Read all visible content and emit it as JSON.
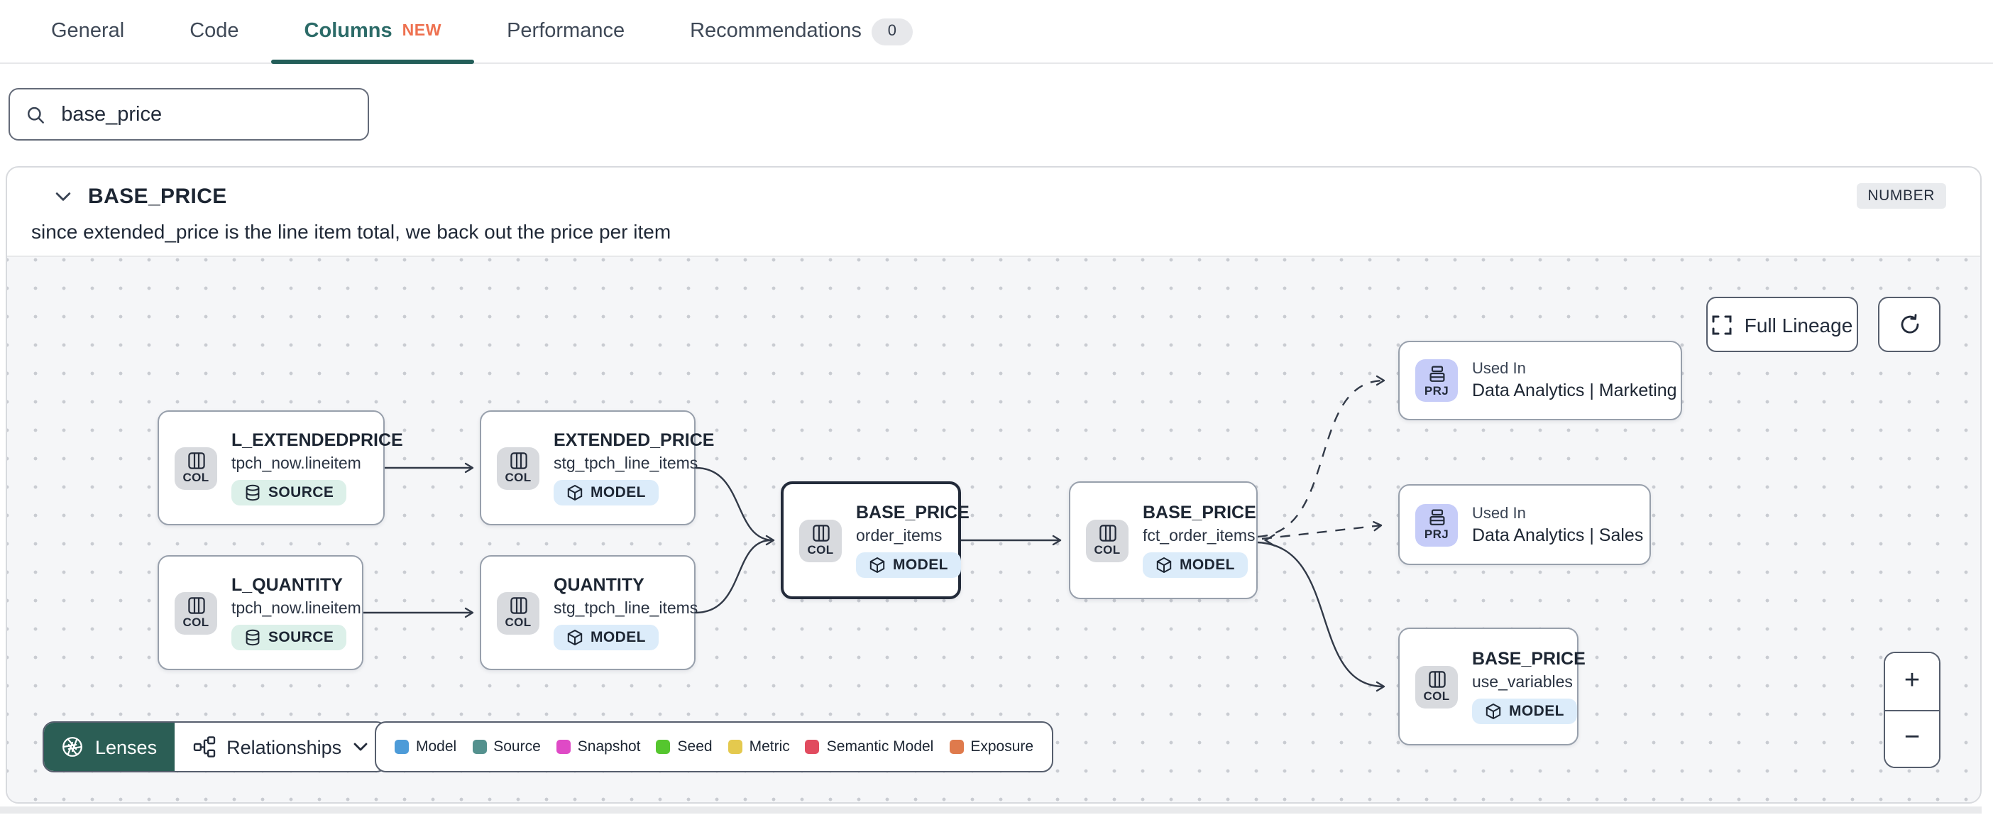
{
  "tabs": [
    {
      "label": "General"
    },
    {
      "label": "Code"
    },
    {
      "label": "Columns",
      "new_badge": "NEW",
      "active": true
    },
    {
      "label": "Performance"
    },
    {
      "label": "Recommendations",
      "count": "0"
    }
  ],
  "search": {
    "value": "base_price"
  },
  "column_panel": {
    "title": "BASE_PRICE",
    "type": "NUMBER",
    "description": "since extended_price is the line item total, we back out the price per item"
  },
  "lineage": {
    "full_lineage_button": "Full Lineage",
    "zoom_in": "+",
    "zoom_out": "−",
    "lenses_button": "Lenses",
    "relationships_button": "Relationships",
    "legend": [
      {
        "label": "Model",
        "color": "#4d9bd8"
      },
      {
        "label": "Source",
        "color": "#54918e"
      },
      {
        "label": "Snapshot",
        "color": "#df4ac6"
      },
      {
        "label": "Seed",
        "color": "#55c62e"
      },
      {
        "label": "Metric",
        "color": "#e4c94e"
      },
      {
        "label": "Semantic Model",
        "color": "#e14b5f"
      },
      {
        "label": "Exposure",
        "color": "#df7a4c"
      }
    ],
    "nodes": [
      {
        "kind": "COL",
        "title": "L_EXTENDEDPRICE",
        "subtitle": "tpch_now.lineitem",
        "resource": "SOURCE"
      },
      {
        "kind": "COL",
        "title": "L_QUANTITY",
        "subtitle": "tpch_now.lineitem",
        "resource": "SOURCE"
      },
      {
        "kind": "COL",
        "title": "EXTENDED_PRICE",
        "subtitle": "stg_tpch_line_items",
        "resource": "MODEL"
      },
      {
        "kind": "COL",
        "title": "QUANTITY",
        "subtitle": "stg_tpch_line_items",
        "resource": "MODEL"
      },
      {
        "kind": "COL",
        "title": "BASE_PRICE",
        "subtitle": "order_items",
        "resource": "MODEL",
        "selected": true
      },
      {
        "kind": "COL",
        "title": "BASE_PRICE",
        "subtitle": "fct_order_items",
        "resource": "MODEL"
      },
      {
        "kind": "PRJ",
        "used_in": "Used In",
        "title": "Data Analytics | Marketing"
      },
      {
        "kind": "PRJ",
        "used_in": "Used In",
        "title": "Data Analytics | Sales"
      },
      {
        "kind": "COL",
        "title": "BASE_PRICE",
        "subtitle": "use_variables",
        "resource": "MODEL"
      }
    ]
  },
  "colors": {
    "active_tab": "#2c6b68",
    "tab_underline": "#235e59",
    "new_badge": "#ee7150",
    "lenses_button_bg": "#2b5e55",
    "source_pill_bg": "#dcf0e9",
    "model_pill_bg": "#dcecfa",
    "col_badge_bg": "#d8dade",
    "prj_badge_bg": "#c6ccf8",
    "type_badge_bg": "#e9ebee"
  },
  "icons": {
    "search": "magnifier",
    "collapse": "chevron-down",
    "column_badge": "table-columns",
    "project_badge": "archive-box",
    "source_pill": "database-cylinder",
    "model_pill": "cube",
    "full_lineage": "expand-corners",
    "refresh": "circular-arrow",
    "lenses": "aperture",
    "relationships": "node-tree",
    "relationships_dropdown": "chevron-down",
    "zoom_in": "plus",
    "zoom_out": "minus"
  }
}
